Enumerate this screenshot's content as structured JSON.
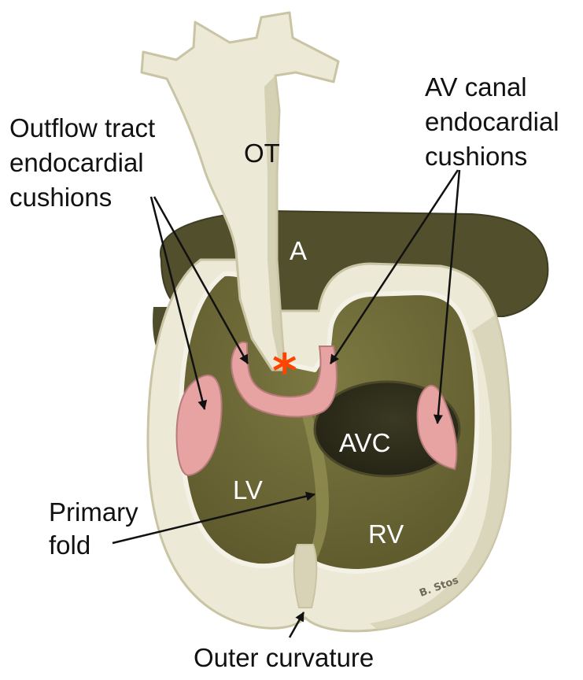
{
  "labels": {
    "outflow_cushions": [
      "Outflow tract",
      "endocardial",
      "cushions"
    ],
    "av_cushions": [
      "AV canal",
      "endocardial",
      "cushions"
    ],
    "ot": "OT",
    "a": "A",
    "asterisk": "*",
    "avc": "AVC",
    "lv": "LV",
    "rv": "RV",
    "primary_fold": [
      "Primary",
      "fold"
    ],
    "outer_curvature": "Outer curvature",
    "signature": "B. Stos"
  },
  "colors": {
    "tissue": "#ece9d6",
    "tissue_edge": "#c9c4a4",
    "cavity": "#6e6a34",
    "atrium": "#514f2c",
    "avc_hole": "#2f2e1b",
    "cushion": "#e6a3a2",
    "cushion_edge": "#b77b7b",
    "asterisk": "#ff4400",
    "arrow": "#111111"
  }
}
